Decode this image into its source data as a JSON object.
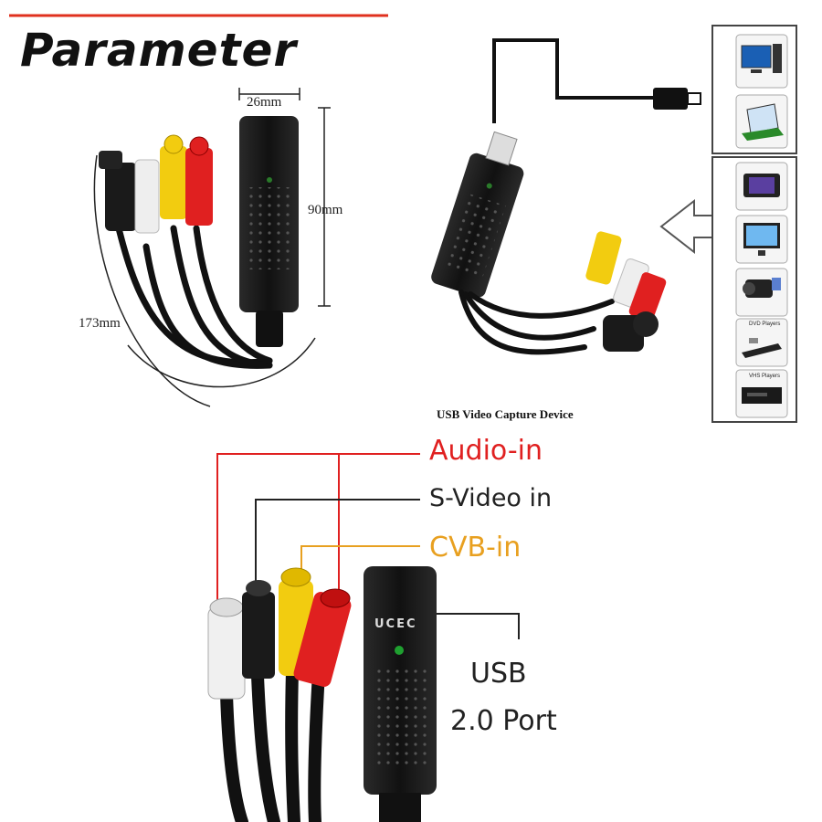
{
  "top_left": {
    "title": "Parameter",
    "dims": {
      "width": "26mm",
      "height": "90mm",
      "cable": "173mm"
    }
  },
  "top_right": {
    "caption": "USB Video Capture Device",
    "devices": [
      "DVD Players",
      "VHS Players"
    ]
  },
  "bottom": {
    "labels": {
      "audio": "Audio-in",
      "svideo": "S-Video in",
      "cvbs": "CVB-in",
      "usb_line1": "USB",
      "usb_line2": "2.0 Port"
    },
    "brand": "UCEC",
    "colors": {
      "audio": "#e02020",
      "svideo": "#222222",
      "cvbs": "#e8a020",
      "usb": "#222222"
    }
  },
  "icons": [
    "desktop-computer-icon",
    "laptop-icon",
    "tablet-icon",
    "monitor-icon",
    "camcorder-icon",
    "dvd-player-icon",
    "vhs-player-icon",
    "usb-plug-icon",
    "arrow-left-icon"
  ]
}
